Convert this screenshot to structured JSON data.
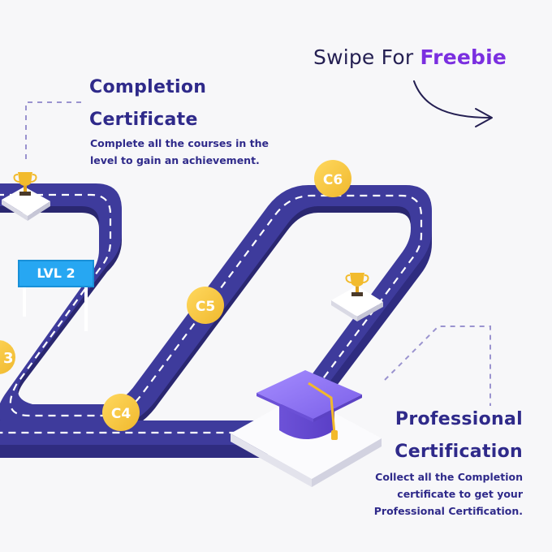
{
  "header": {
    "swipe_prefix": "Swipe For",
    "swipe_accent": "Freebie"
  },
  "completion": {
    "title_line1": "Completion",
    "title_line2": "Certificate",
    "desc_line1": "Complete all the courses in the",
    "desc_line2": "level to gain an achievement."
  },
  "professional": {
    "title_line1": "Professional",
    "title_line2": "Certification",
    "desc_line1": "Collect all the Completion",
    "desc_line2": "certificate to get your",
    "desc_line3": "Professional Certification."
  },
  "level_sign": "LVL 2",
  "coins": {
    "c3": "3",
    "c4": "C4",
    "c5": "C5",
    "c6": "C6"
  },
  "colors": {
    "road": "#3b3893",
    "road_edge": "#2c2a78",
    "title": "#2f2a8a",
    "accent": "#7b2fe0",
    "coin": "#f6c745",
    "sign": "#27a7f2",
    "cap": "#8a6ff0"
  }
}
